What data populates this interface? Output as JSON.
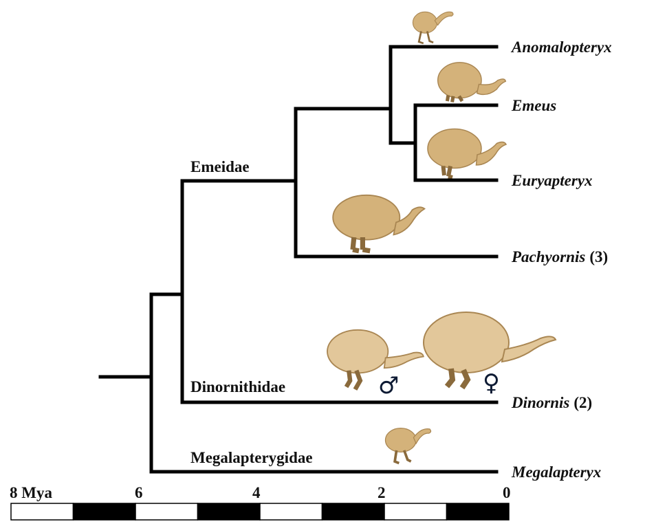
{
  "families": {
    "emeidae": "Emeidae",
    "dinornithidae": "Dinornithidae",
    "megalapterygidae": "Megalapterygidae"
  },
  "taxa": {
    "anomalopteryx": "Anomalopteryx",
    "emeus": "Emeus",
    "euryapteryx": "Euryapteryx",
    "pachyornis": "Pachyornis",
    "pachyornis_count": "(3)",
    "dinornis": "Dinornis",
    "dinornis_count": "(2)",
    "megalapteryx": "Megalapteryx"
  },
  "sex_symbols": {
    "male": "♂",
    "female": "♀"
  },
  "timescale": {
    "labels": [
      "8 Mya",
      "6",
      "4",
      "2",
      "0"
    ],
    "segments": 8,
    "colors": [
      "#ffffff",
      "#000000"
    ]
  },
  "colors": {
    "line": "#000000",
    "bird_body": "#d4b27a",
    "bird_shade": "#a98652",
    "bird_leg": "#8a6a3c"
  }
}
